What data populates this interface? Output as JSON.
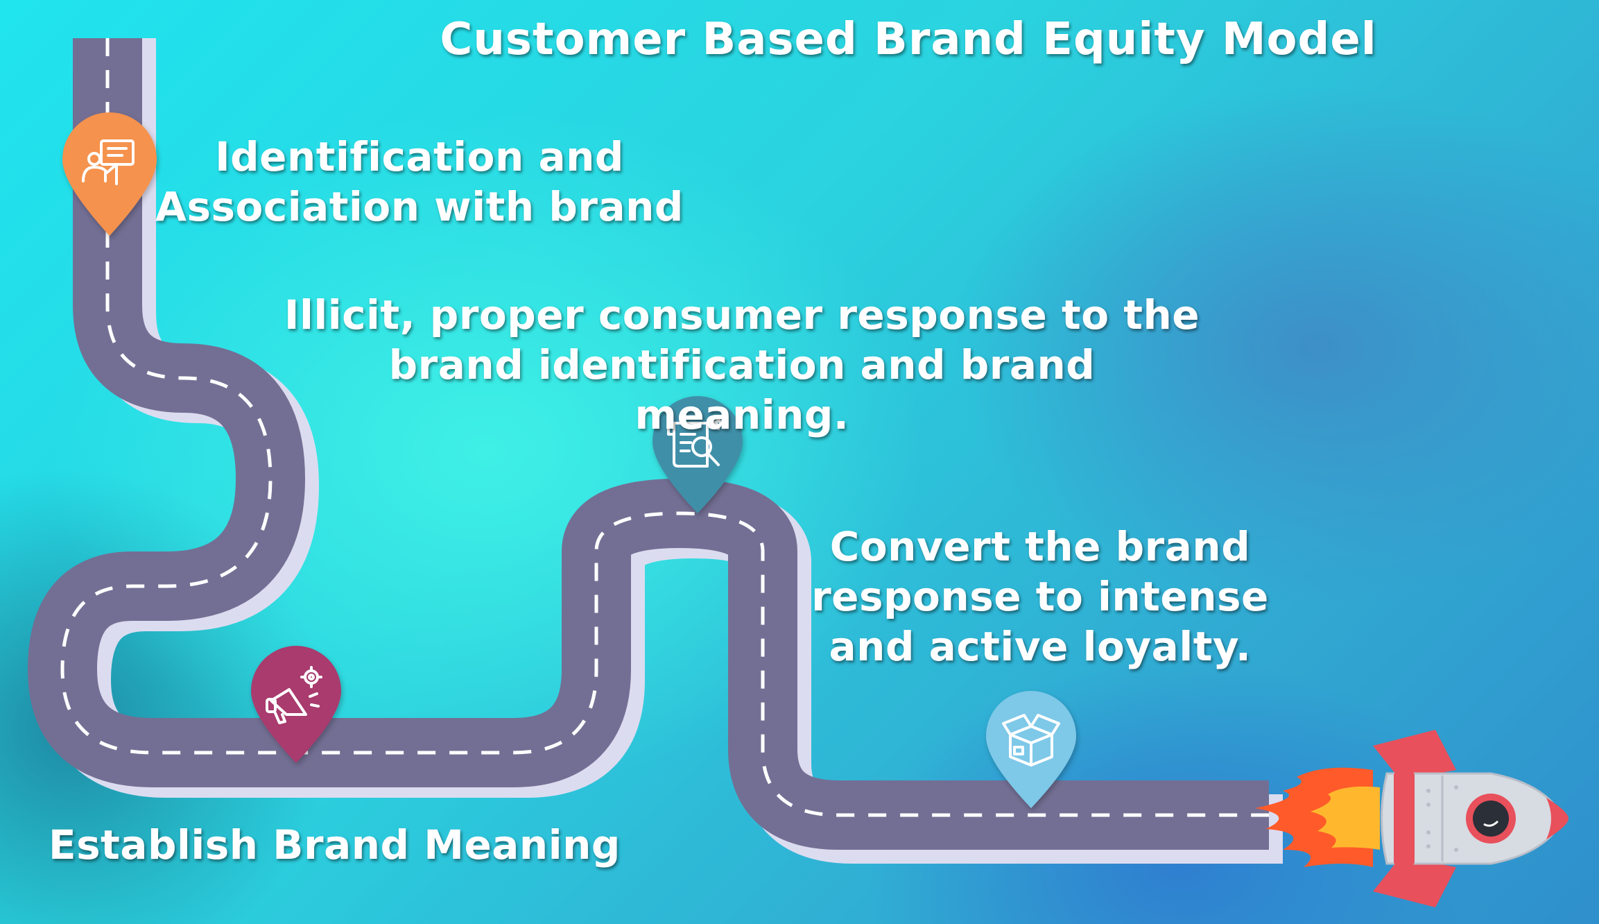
{
  "title": "Customer Based Brand Equity Model",
  "steps": [
    {
      "label": "Identification and Association with brand",
      "icon": "presentation-icon",
      "color": "#f5924e"
    },
    {
      "label": "Establish Brand Meaning",
      "icon": "megaphone-gear-icon",
      "color": "#a93b6e"
    },
    {
      "label": "Illicit, proper consumer response to the brand identification and brand meaning.",
      "icon": "document-search-icon",
      "color": "#3f8fa8"
    },
    {
      "label": "Convert the brand response to intense and active loyalty.",
      "icon": "open-box-icon",
      "color": "#7ec8e8"
    }
  ],
  "colors": {
    "road": "#736f94",
    "road_shadow": "#dcdcf0",
    "lane": "#ffffff",
    "rocket_body": "#d7dbe2",
    "rocket_fin": "#e8505b",
    "flame_outer": "#ff5a2a",
    "flame_inner": "#ffb82e"
  }
}
